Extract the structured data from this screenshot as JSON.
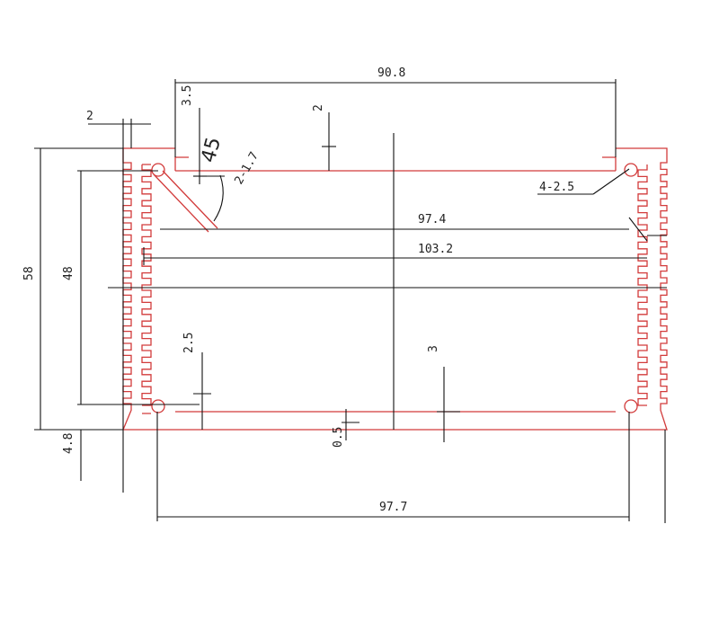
{
  "drawing": {
    "dims": {
      "overall_top": "90.8",
      "lip_top": "3.5",
      "fin_width": "2",
      "wall_top": "2",
      "angle": "45",
      "slot_count_size": "2-1.7",
      "hole_callout": "4-2.5",
      "inner_width": "97.4",
      "slot_span": "103.2",
      "height_total": "58",
      "height_inner": "48",
      "slot_depth": "2.5",
      "wall_bottom": "3",
      "bottom_offset": "4.8",
      "lip_bottom": "0.5",
      "overall_bottom": "97.7"
    },
    "colors": {
      "profile": "#d23b3b",
      "dimension": "#111111"
    }
  }
}
